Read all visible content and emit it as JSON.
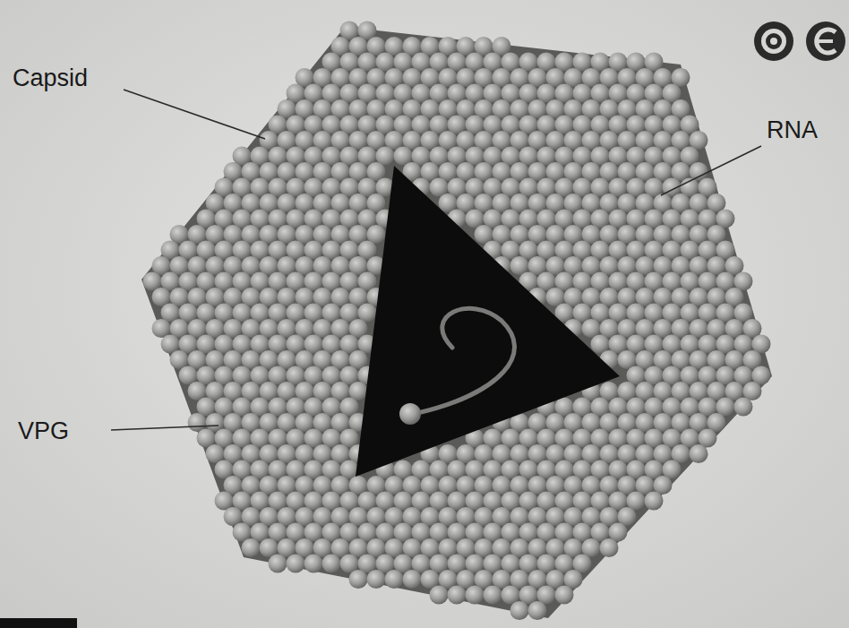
{
  "diagram": {
    "labels": [
      "Capsid",
      "RNA",
      "VPG"
    ]
  }
}
